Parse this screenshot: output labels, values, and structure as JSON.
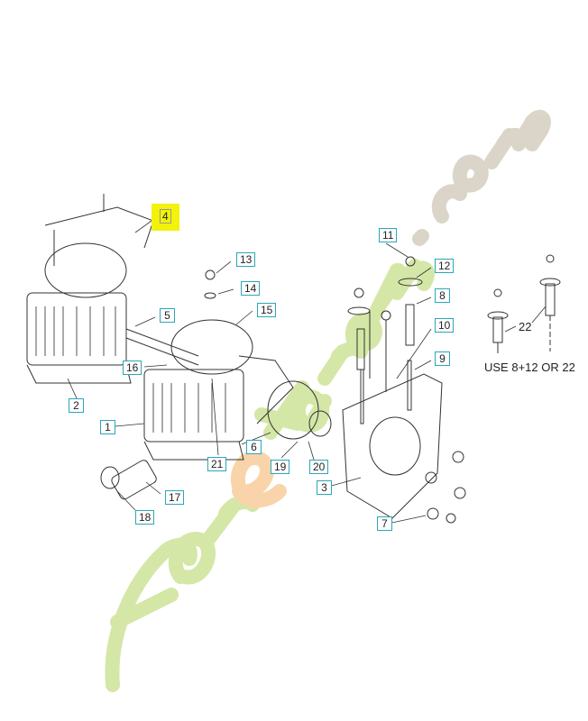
{
  "diagram": {
    "callouts": {
      "c1": "1",
      "c2": "2",
      "c3": "3",
      "c4": "4",
      "c5": "5",
      "c6": "6",
      "c7": "7",
      "c8": "8",
      "c9": "9",
      "c10": "10",
      "c11": "11",
      "c12": "12",
      "c13": "13",
      "c14": "14",
      "c15": "15",
      "c16": "16",
      "c17": "17",
      "c18": "18",
      "c19": "19",
      "c20": "20",
      "c21": "21"
    },
    "label_22": "22",
    "note": "USE 8+12 OR 22",
    "highlight_color": "#f2f20a",
    "callout_border_color": "#2aa7b8"
  },
  "watermark": {
    "text": "foretjardin.com",
    "colors": [
      "#c6df8a",
      "#f7c68e",
      "#cfc8b8"
    ]
  }
}
